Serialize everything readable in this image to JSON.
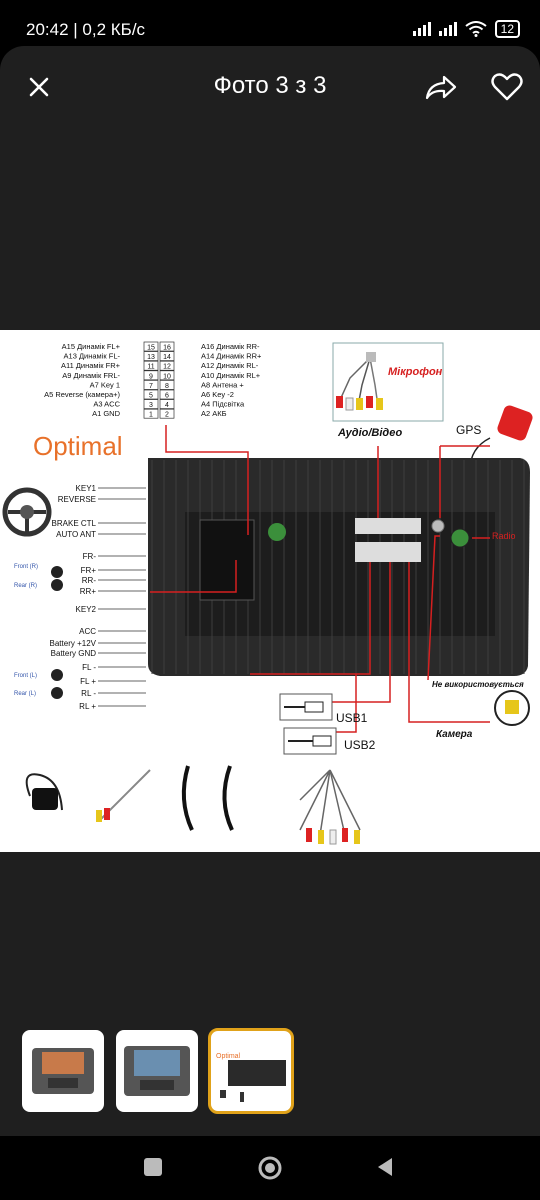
{
  "status_bar": {
    "time": "20:42 | 0,2 КБ/с",
    "battery": "12"
  },
  "header": {
    "title": "Фото 3 з 3"
  },
  "image": {
    "brand": "Optimal",
    "pins_left": [
      "A15 Динамік FL+",
      "A13 Динамік FL-",
      "A11 Динамік FR+",
      "A9 Динамік FRL-",
      "A7 Key 1",
      "A5 Reverse (камера+)",
      "A3 ACC",
      "A1 GND"
    ],
    "pin_numbers_left": [
      "15",
      "13",
      "11",
      "9",
      "7",
      "5",
      "3",
      "1"
    ],
    "pin_numbers_right": [
      "16",
      "14",
      "12",
      "10",
      "8",
      "6",
      "4",
      "2"
    ],
    "pins_right": [
      "A16 Динамік RR-",
      "A14 Динамік RR+",
      "A12 Динамік RL-",
      "A10 Динамік RL+",
      "A8 Антена +",
      "A6 Key -2",
      "A4 Підсвітка",
      "A2 АКБ"
    ],
    "microphone": "Мікрофон",
    "audio_video": "Аудіо/Відео",
    "gps": "GPS",
    "radio": "Radio",
    "wires_left": [
      "KEY1",
      "REVERSE",
      "BRAKE CTL",
      "AUTO ANT",
      "FR-",
      "FR+",
      "RR-",
      "RR+",
      "KEY2",
      "ACC",
      "Battery +12V",
      "Battery GND",
      "FL -",
      "FL +",
      "RL -",
      "RL +"
    ],
    "speaker_labels": [
      "Front (R)",
      "Rear (R)",
      "Front (L)",
      "Rear (L)"
    ],
    "usb1": "USB1",
    "usb2": "USB2",
    "not_used": "Не використовується",
    "camera": "Камера"
  },
  "colors": {
    "accent": "#e0a21a",
    "brand_orange": "#e8712a",
    "red_wire": "#d62020"
  }
}
